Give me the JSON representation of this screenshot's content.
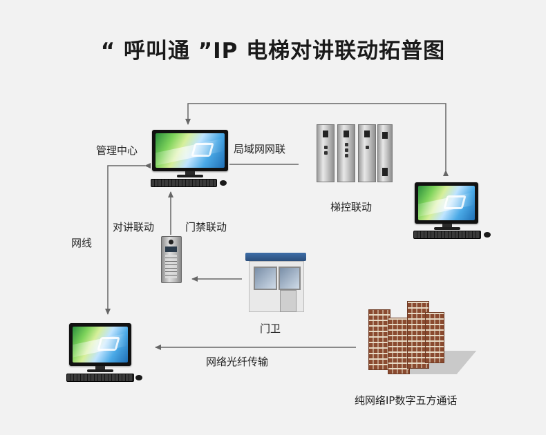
{
  "title": "“ 呼叫通 ”IP 电梯对讲联动拓普图",
  "labels": {
    "management_center": "管理中心",
    "lan_link": "局域网网联",
    "elevator_link": "梯控联动",
    "network_cable": "网线",
    "intercom_link": "对讲联动",
    "access_link": "门禁联动",
    "guard": "门卫",
    "fiber": "网络光纤传输",
    "pure_ip": "纯网络IP数字五方通话"
  },
  "icons": [
    "computer-icon",
    "elevator-panel-icon",
    "door-intercom-icon",
    "guard-booth-icon",
    "building-icon"
  ],
  "colors": {
    "line": "#666666",
    "title": "#1a1a1a",
    "booth_roof": "#3e6ea8"
  }
}
